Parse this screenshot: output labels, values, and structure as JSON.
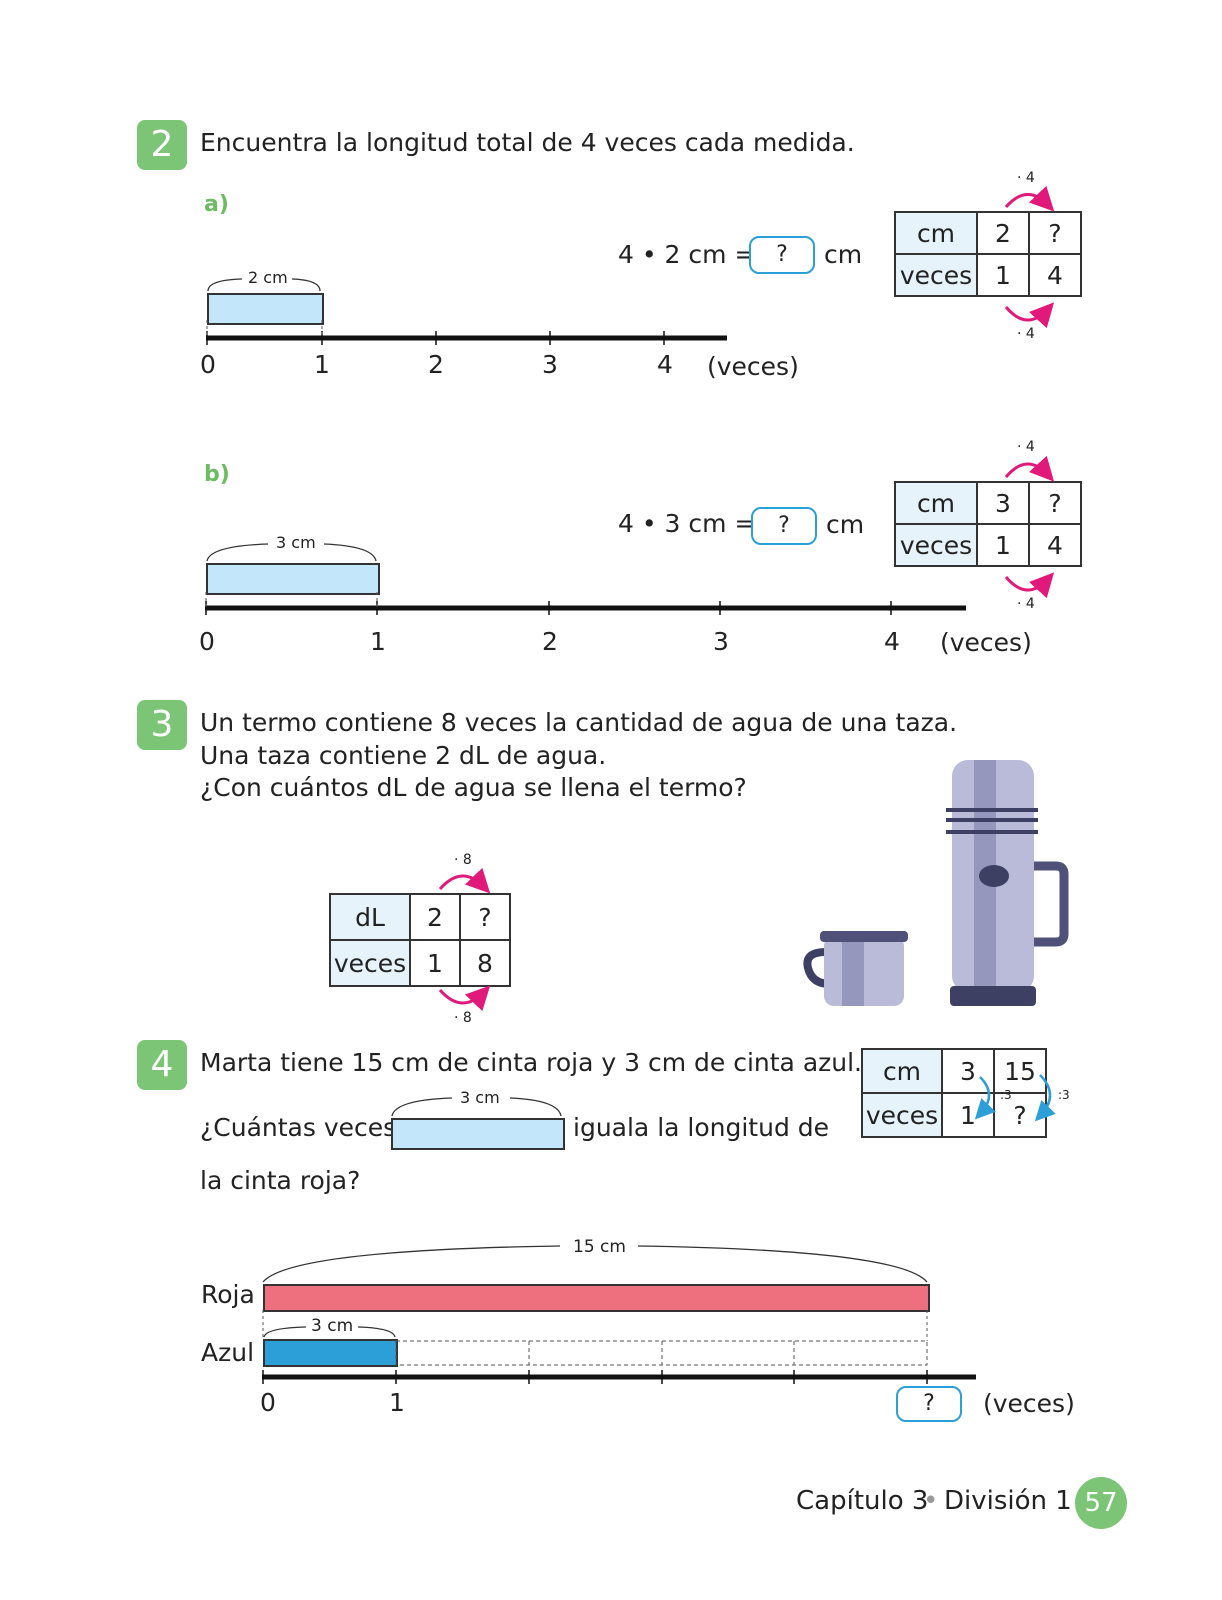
{
  "page_number": "57",
  "footer": {
    "chapter": "Capítulo 3",
    "separator": "•",
    "section": "División 1"
  },
  "ex2": {
    "number": "2",
    "instruction": "Encuentra la longitud total de 4 veces cada medida.",
    "a": {
      "label": "a)",
      "equation": "4 • 2 cm =",
      "answer": "?",
      "unit": "cm",
      "bar_label": "2 cm",
      "ticks": [
        "0",
        "1",
        "2",
        "3",
        "4"
      ],
      "axis_unit": "(veces)",
      "table": {
        "row1": [
          "cm",
          "2",
          "?"
        ],
        "row2": [
          "veces",
          "1",
          "4"
        ],
        "op_top": "· 4",
        "op_bottom": "· 4"
      }
    },
    "b": {
      "label": "b)",
      "equation": "4 • 3 cm =",
      "answer": "?",
      "unit": "cm",
      "bar_label": "3 cm",
      "ticks": [
        "0",
        "1",
        "2",
        "3",
        "4"
      ],
      "axis_unit": "(veces)",
      "table": {
        "row1": [
          "cm",
          "3",
          "?"
        ],
        "row2": [
          "veces",
          "1",
          "4"
        ],
        "op_top": "· 4",
        "op_bottom": "· 4"
      }
    }
  },
  "ex3": {
    "number": "3",
    "lines": [
      "Un termo contiene 8 veces la cantidad de agua de una taza.",
      "Una taza contiene 2 dL de agua.",
      "¿Con cuántos dL de agua se llena el termo?"
    ],
    "table": {
      "row1": [
        "dL",
        "2",
        "?"
      ],
      "row2": [
        "veces",
        "1",
        "8"
      ],
      "op_top": "· 8",
      "op_bottom": "· 8"
    }
  },
  "ex4": {
    "number": "4",
    "line1": "Marta tiene 15 cm de cinta roja y 3 cm de cinta azul.",
    "q_before": "¿Cuántas veces",
    "q_bar_label": "3 cm",
    "q_after": "iguala la longitud de",
    "q_line3": "la cinta roja?",
    "table": {
      "row1": [
        "cm",
        "3",
        "15"
      ],
      "row2": [
        "veces",
        "1",
        "?"
      ],
      "div_left": ":3",
      "div_right": ":3"
    },
    "diagram": {
      "total_label": "15 cm",
      "red_label": "Roja",
      "blue_label": "Azul",
      "blue_bar_label": "3 cm",
      "tick0": "0",
      "tick1": "1",
      "answer": "?",
      "axis_unit": "(veces)"
    }
  },
  "colors": {
    "badge_green": "#7cc576",
    "light_blue_bar": "#c4e6fb",
    "red_ribbon": "#ee6f7e",
    "blue_ribbon": "#2d9fd8",
    "magenta_arrow": "#e0197a",
    "answer_border": "#2a9fd8"
  }
}
